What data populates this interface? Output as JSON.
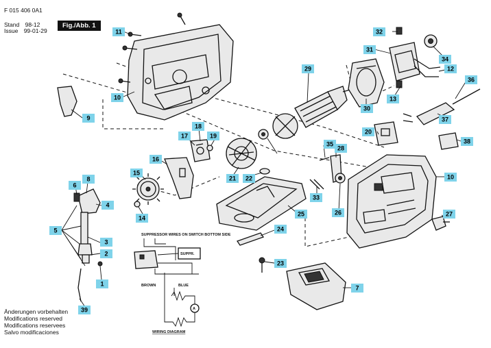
{
  "header": {
    "doc_number": "F 015 406 0A1",
    "stand_label": "Stand",
    "stand_value": "98-12",
    "issue_label": "Issue",
    "issue_value": "99-01-29",
    "figure_label": "Fig./Abb. 1"
  },
  "notes": [
    "Änderungen vorbehalten",
    "Modifications reserved",
    "Modifications reservees",
    "Salvo modificaciones"
  ],
  "wiring": {
    "suppressor_note": "SUPPRESSOR WIRES ON SWITCH BOTTOM SIDE",
    "suppr_label": "SUPPR.",
    "brown_label": "BROWN",
    "blue_label": "BLUE",
    "motor_label": "A",
    "diagram_title": "WIRING DIAGRAM"
  },
  "callouts": [
    "11",
    "10",
    "9",
    "8",
    "6",
    "4",
    "5",
    "3",
    "2",
    "1",
    "39",
    "15",
    "14",
    "16",
    "17",
    "18",
    "19",
    "21",
    "22",
    "29",
    "30",
    "31",
    "32",
    "34",
    "12",
    "13",
    "36",
    "37",
    "38",
    "20",
    "35",
    "28",
    "33",
    "26",
    "25",
    "24",
    "23",
    "10",
    "7",
    "27"
  ],
  "colors": {
    "callout_fill": "#7fd3ea",
    "line": "#111111",
    "figure_box": "#111111"
  }
}
